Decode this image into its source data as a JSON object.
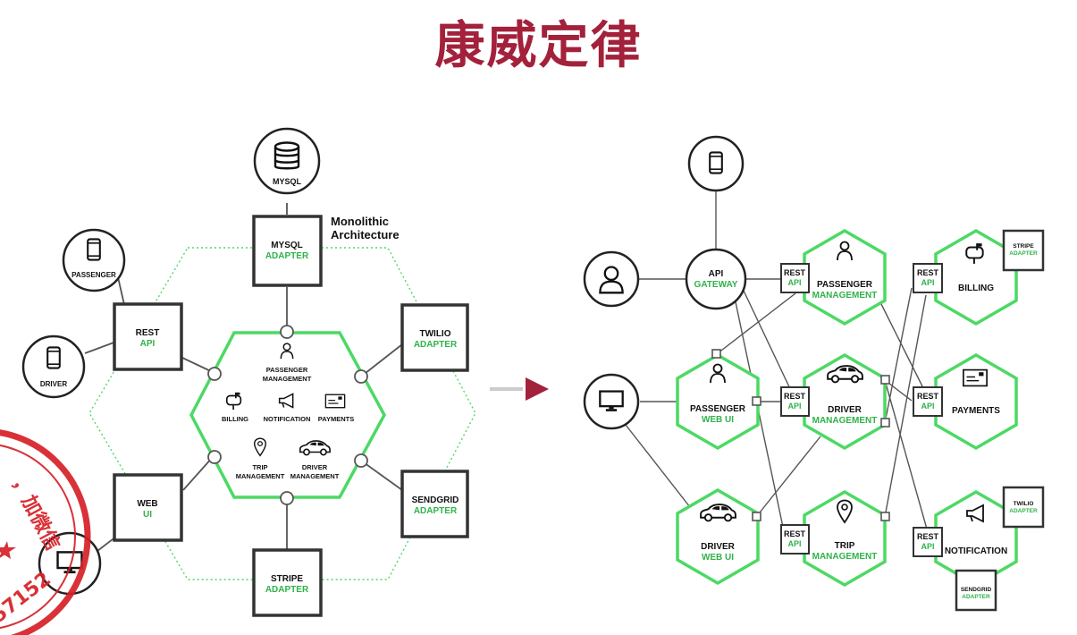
{
  "title": "康威定律",
  "colors": {
    "title": "#a3213b",
    "green": "#2fb34a",
    "light_green": "#4cd964",
    "arrow": "#a3213b",
    "stamp": "#d62027"
  },
  "monolith": {
    "caption_line1": "Monolithic",
    "caption_line2": "Architecture",
    "mysql": "MYSQL",
    "passenger": "PASSENGER",
    "driver": "DRIVER",
    "rest_api": [
      "REST",
      "API"
    ],
    "web_ui": [
      "WEB",
      "UI"
    ],
    "mysql_adapter": [
      "MYSQL",
      "ADAPTER"
    ],
    "twilio_adapter": [
      "TWILIO",
      "ADAPTER"
    ],
    "sendgrid_adapter": [
      "SENDGRID",
      "ADAPTER"
    ],
    "stripe_adapter": [
      "STRIPE",
      "ADAPTER"
    ],
    "modules": {
      "passenger_management": [
        "PASSENGER",
        "MANAGEMENT"
      ],
      "billing": "BILLING",
      "notification": "NOTIFICATION",
      "payments": "PAYMENTS",
      "trip_management": [
        "TRIP",
        "MANAGEMENT"
      ],
      "driver_management": [
        "DRIVER",
        "MANAGEMENT"
      ]
    }
  },
  "microservices": {
    "api_gateway": [
      "API",
      "GATEWAY"
    ],
    "rest_api": [
      "REST",
      "API"
    ],
    "passenger_management": [
      "PASSENGER",
      "MANAGEMENT"
    ],
    "passenger_web_ui": [
      "PASSENGER",
      "WEB UI"
    ],
    "driver_management": [
      "DRIVER",
      "MANAGEMENT"
    ],
    "driver_web_ui": [
      "DRIVER",
      "WEB UI"
    ],
    "trip_management": [
      "TRIP",
      "MANAGEMENT"
    ],
    "billing": "BILLING",
    "payments": "PAYMENTS",
    "notification": "NOTIFICATION",
    "stripe_adapter": [
      "STRIPE",
      "ADAPTER"
    ],
    "twilio_adapter": [
      "TWILIO",
      "ADAPTER"
    ],
    "sendgrid_adapter": [
      "SENDGRID",
      "ADAPTER"
    ]
  },
  "stamp": {
    "text_top": "，加微信",
    "text_bottom": "57152"
  }
}
